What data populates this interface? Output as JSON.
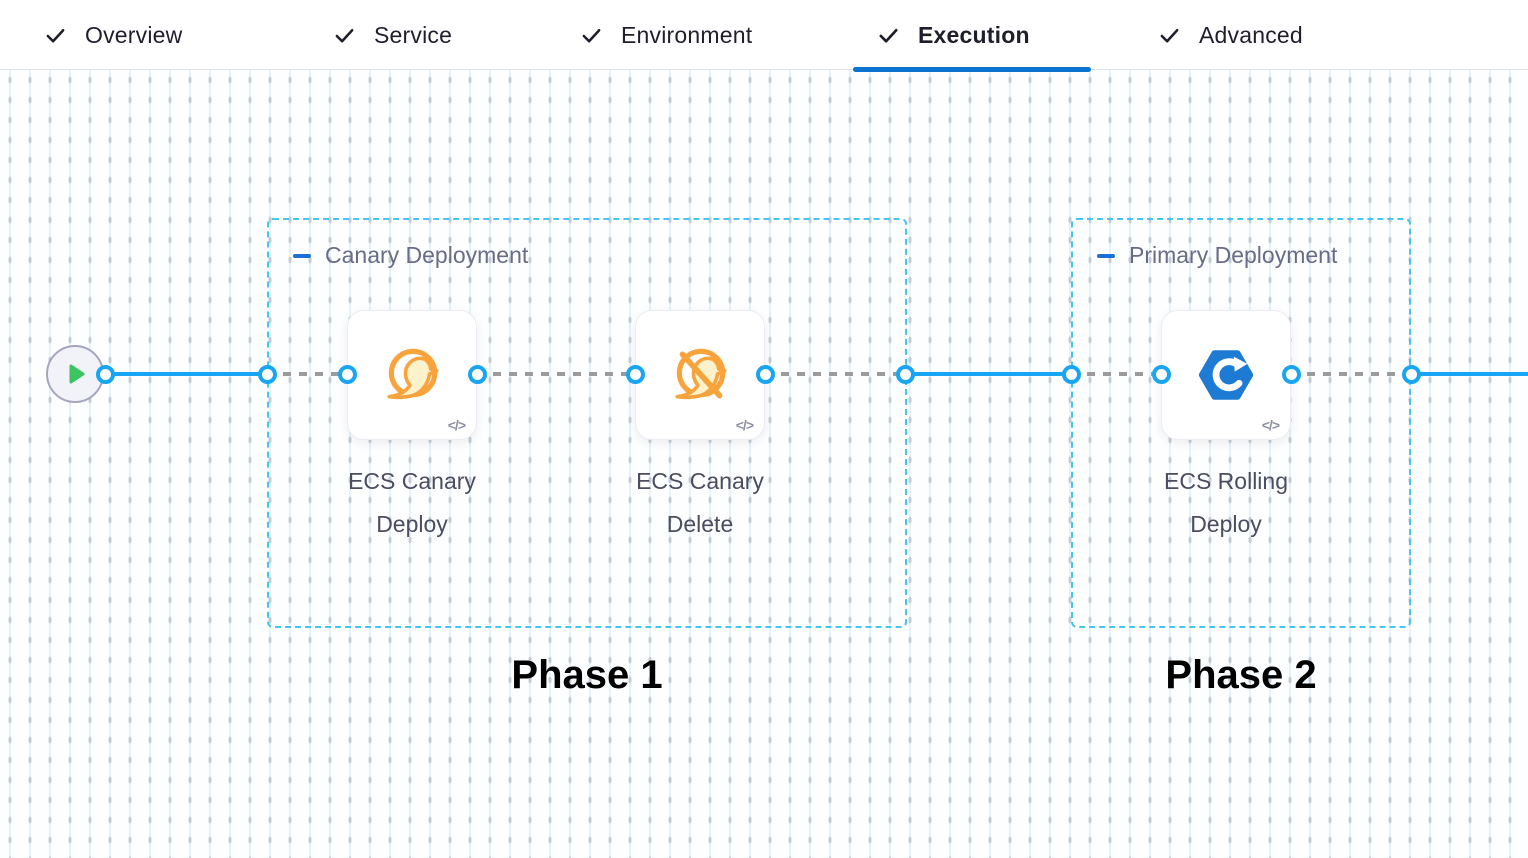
{
  "header": {
    "tabs": [
      {
        "label": "Overview",
        "icon": "check-icon",
        "completed": true,
        "active": false
      },
      {
        "label": "Service",
        "icon": "check-icon",
        "completed": true,
        "active": false
      },
      {
        "label": "Environment",
        "icon": "check-icon",
        "completed": true,
        "active": false
      },
      {
        "label": "Execution",
        "icon": "check-icon",
        "completed": true,
        "active": true
      },
      {
        "label": "Advanced",
        "icon": "check-icon",
        "completed": true,
        "active": false
      }
    ],
    "active_tab": "Execution"
  },
  "canvas": {
    "start_node": {
      "icon": "play-icon"
    },
    "stages": [
      {
        "title": "Canary Deployment",
        "collapse_icon": "minus-icon",
        "phase_label": "Phase 1",
        "steps": [
          {
            "name": "ECS Canary Deploy",
            "icon": "canary-deploy-icon",
            "badge_icon": "code-icon",
            "badge": "</>"
          },
          {
            "name": "ECS Canary Delete",
            "icon": "canary-delete-icon",
            "badge_icon": "code-icon",
            "badge": "</>"
          }
        ]
      },
      {
        "title": "Primary Deployment",
        "collapse_icon": "minus-icon",
        "phase_label": "Phase 2",
        "steps": [
          {
            "name": "ECS Rolling Deploy",
            "icon": "ecs-rolling-deploy-icon",
            "badge_icon": "code-icon",
            "badge": "</>"
          }
        ]
      }
    ],
    "colors": {
      "connector_blue": "#18a5f3",
      "connector_dash_gray": "#9b9b9b",
      "stage_border_cyan": "#44c6f1",
      "active_tab_underline": "#0a72cf",
      "collapse_minus_blue": "#1d6fd6",
      "canary_orange": "#f9a33c",
      "canary_fill_yellow": "#fcf2cb",
      "ecs_blue": "#1e7bd3",
      "play_green": "#3dc360"
    }
  }
}
